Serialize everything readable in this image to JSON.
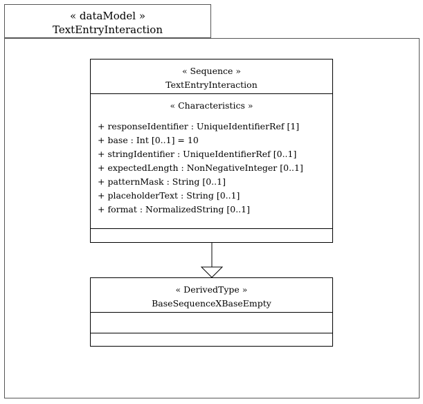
{
  "package": {
    "stereotype": "« dataModel »",
    "name": "TextEntryInteraction"
  },
  "sequence_class": {
    "stereotype": "« Sequence »",
    "name": "TextEntryInteraction",
    "section_label": "« Characteristics »",
    "attributes": [
      "+ responseIdentifier : UniqueIdentifierRef [1]",
      "+ base : Int [0..1] = 10",
      "+ stringIdentifier : UniqueIdentifierRef [0..1]",
      "+ expectedLength : NonNegativeInteger [0..1]",
      "+ patternMask : String [0..1]",
      "+ placeholderText : String [0..1]",
      "+ format : NormalizedString [0..1]"
    ]
  },
  "derived_class": {
    "stereotype": "« DerivedType »",
    "name": "BaseSequenceXBaseEmpty"
  }
}
